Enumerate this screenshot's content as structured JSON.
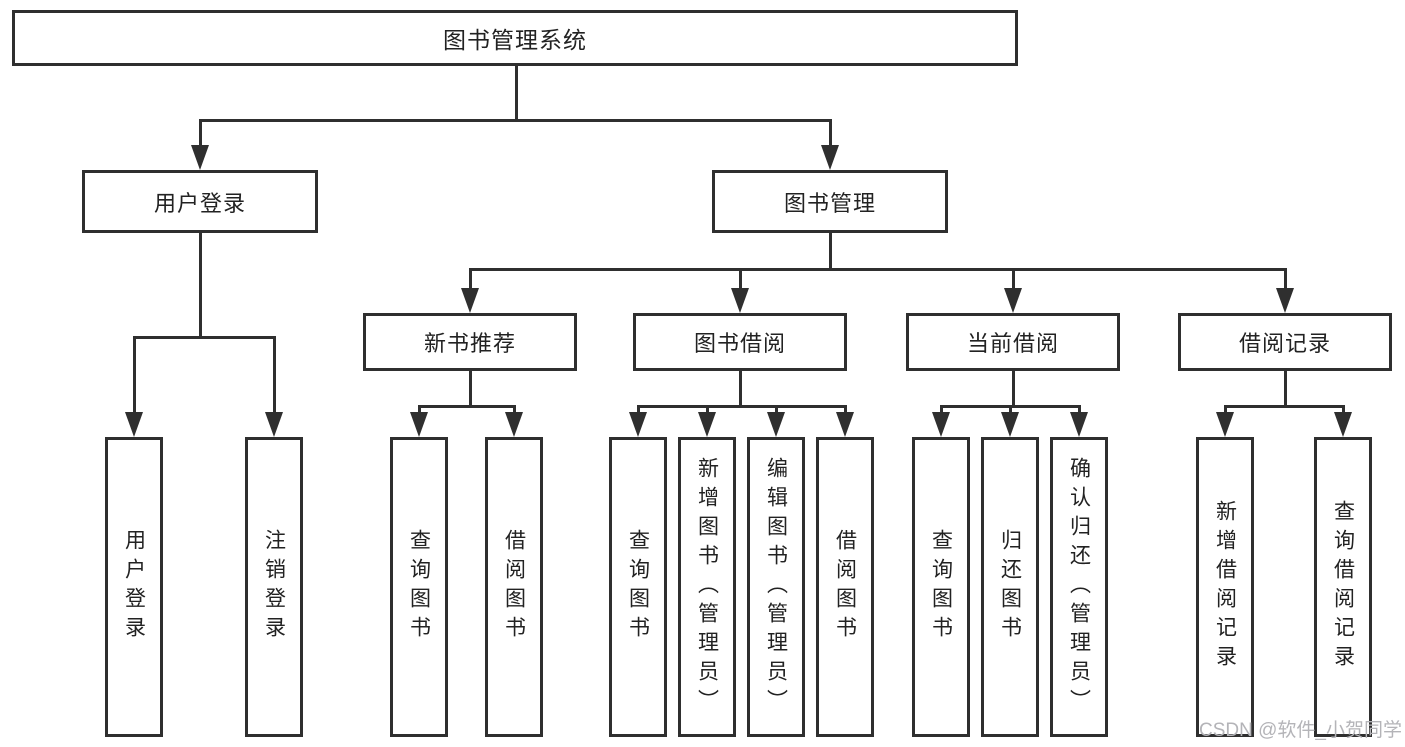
{
  "diagram": {
    "type": "hierarchy-tree",
    "title": "图书管理系统",
    "watermark": "CSDN @软件_小贺同学",
    "colors": {
      "line": "#2f2f2f",
      "text": "#222222",
      "background": "#ffffff",
      "watermark": "#b4b4b8"
    },
    "nodes": {
      "root": "图书管理系统",
      "user_login": {
        "label": "用户登录",
        "children": [
          "用户登录",
          "注销登录"
        ]
      },
      "book_mgmt": {
        "label": "图书管理"
      },
      "new_books": {
        "label": "新书推荐",
        "children": [
          "查询图书",
          "借阅图书"
        ]
      },
      "borrowing": {
        "label": "图书借阅",
        "children": [
          "查询图书",
          "新增图书（管理员）",
          "编辑图书（管理员）",
          "借阅图书"
        ]
      },
      "current": {
        "label": "当前借阅",
        "children": [
          "查询图书",
          "归还图书",
          "确认归还（管理员）"
        ]
      },
      "records": {
        "label": "借阅记录",
        "children": [
          "新增借阅记录",
          "查询借阅记录"
        ]
      }
    }
  }
}
